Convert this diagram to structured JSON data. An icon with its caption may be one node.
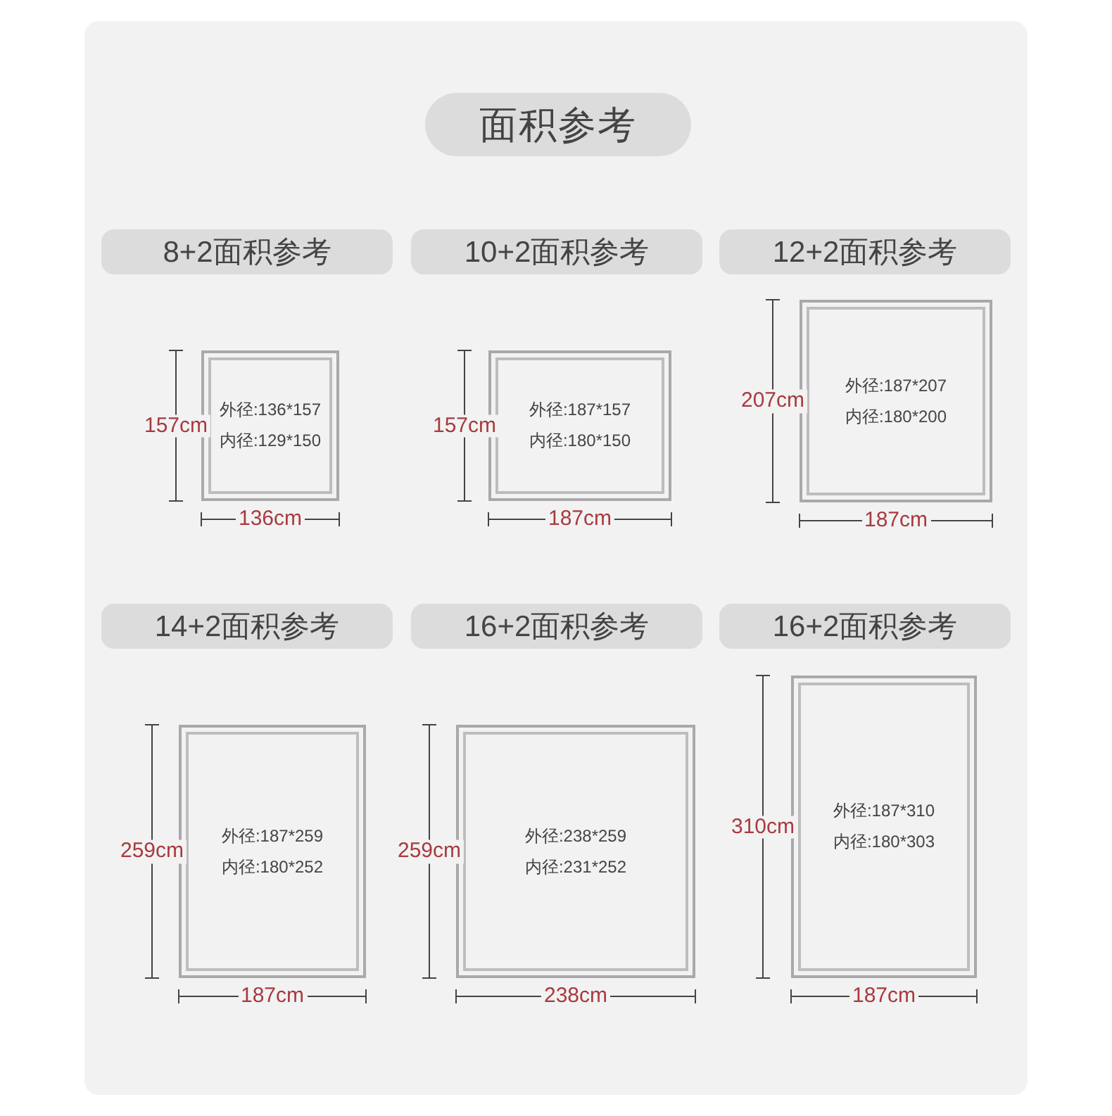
{
  "diagram": {
    "title": "面积参考",
    "nodes": [
      {
        "text": [
          "8+2面积参考"
        ]
      },
      {
        "text": [
          "10+2面积参考"
        ]
      },
      {
        "text": [
          "12+2面积参考"
        ]
      },
      {
        "text": [
          "外径:136*157",
          "内径:129*150"
        ]
      },
      {
        "text": [
          "外径:187*157",
          "内径:180*150"
        ]
      },
      {
        "text": [
          "外径:187*207",
          "内径:180*200"
        ]
      },
      {
        "text": [
          "14+2面积参考"
        ]
      },
      {
        "text": [
          "16+2面积参考"
        ]
      },
      {
        "text": [
          "16+2面积参考"
        ]
      },
      {
        "text": [
          "外径:187*259",
          "内径:180*252"
        ]
      },
      {
        "text": [
          "外径:238*259",
          "内径:231*252"
        ]
      },
      {
        "text": [
          "外径:187*310",
          "内径:180*303"
        ]
      }
    ],
    "edges": [],
    "labels": [
      "157cm",
      "136cm",
      "157cm",
      "187cm",
      "207cm",
      "187cm",
      "259cm",
      "187cm",
      "259cm",
      "238cm",
      "310cm",
      "187cm"
    ]
  }
}
